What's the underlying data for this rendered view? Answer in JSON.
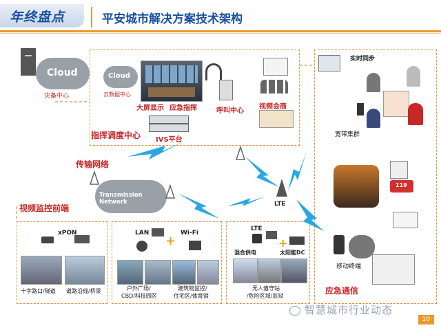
{
  "header": {
    "badge": "年终盘点",
    "title": "平安城市解决方案技术架构"
  },
  "command_center": {
    "cloud_left": "Cloud",
    "cloud_left_caption": "灾备中心",
    "cloud_small": "Cloud",
    "cloud_small_caption": "云数据中心",
    "big_screen": "大屏显示",
    "emergency_command": "应急指挥",
    "call_center": "呼叫中心",
    "video_conference": "视频会商",
    "ivs": "IVS平台",
    "title": "指挥调度中心"
  },
  "transport": {
    "label": "传输网络",
    "cloud": "Transmission Network",
    "lte": "LTE"
  },
  "realtime": {
    "sync": "实时同步",
    "trunk": "宽带集群"
  },
  "front_end": {
    "title": "视频监控前端",
    "xpon": "xPON",
    "crossroad": "十字路口/隧道",
    "road": "道路沿线/桥梁",
    "lan": "LAN",
    "wifi": "Wi-Fi",
    "plus1": "+",
    "square": "户外广场/",
    "cbd": "CBD/科技园区",
    "building": "建筑物监控/",
    "residential": "住宅区/体育馆",
    "lte": "LTE",
    "mixed_power": "混合供电",
    "solar": "太阳能DC",
    "plus2": "+",
    "unattended": "无人值守站",
    "danger": "/危险区域/监狱"
  },
  "emergency": {
    "mobile": "移动终端",
    "title": "应急通信",
    "ambulance": "119"
  },
  "footer": {
    "watermark": "智慧城市行业动态",
    "page": "10"
  },
  "colors": {
    "accent": "#e89a2c",
    "title_blue": "#1a4fa0",
    "label_red": "#c62828",
    "link_blue": "#29a8e0"
  }
}
